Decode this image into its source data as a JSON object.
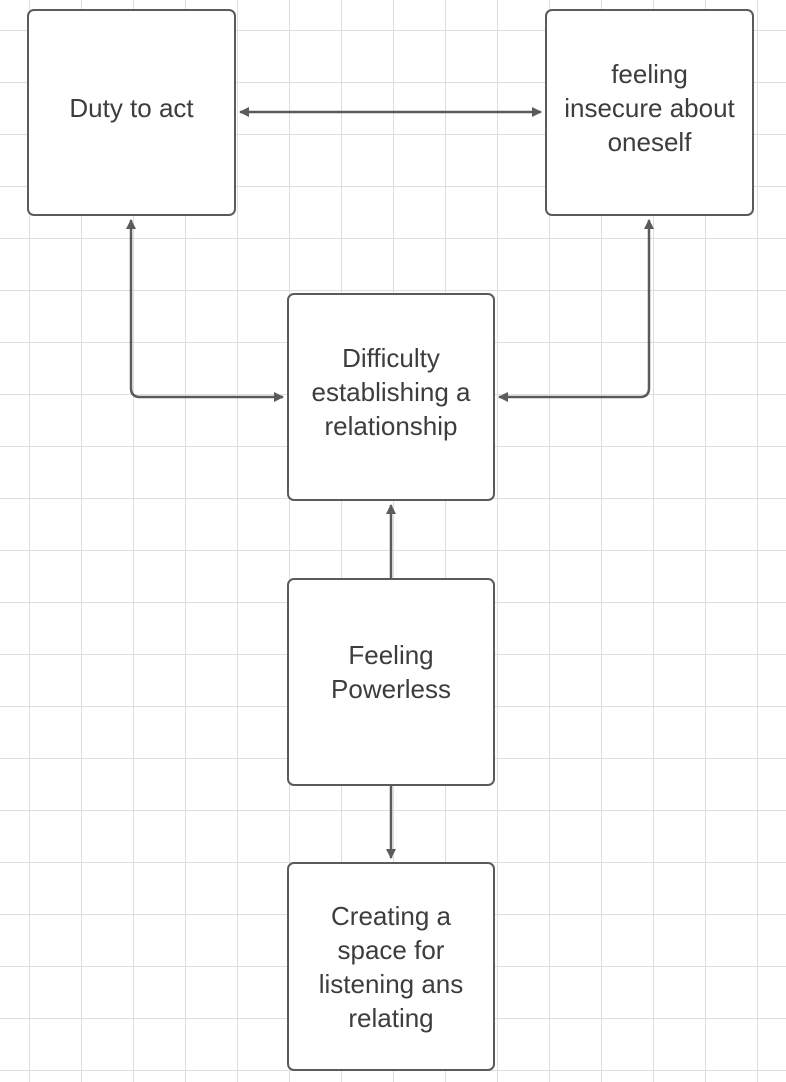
{
  "diagram": {
    "nodes": [
      {
        "id": "duty",
        "label": "Duty to act"
      },
      {
        "id": "insecure",
        "label": "feeling insecure about oneself"
      },
      {
        "id": "difficulty",
        "label": "Difficulty establishing a relationship"
      },
      {
        "id": "powerless",
        "label": "Feeling Powerless"
      },
      {
        "id": "creating",
        "label": "Creating a space for listening ans relating"
      }
    ],
    "edges": [
      {
        "from": "duty",
        "to": "insecure",
        "direction": "both"
      },
      {
        "from": "difficulty",
        "to": "duty",
        "direction": "both"
      },
      {
        "from": "difficulty",
        "to": "insecure",
        "direction": "both"
      },
      {
        "from": "powerless",
        "to": "difficulty",
        "direction": "forward"
      },
      {
        "from": "powerless",
        "to": "creating",
        "direction": "forward"
      }
    ],
    "colors": {
      "stroke": "#5b5b5b",
      "text": "#3d3d3d",
      "grid": "#dedede",
      "background": "#ffffff"
    }
  }
}
